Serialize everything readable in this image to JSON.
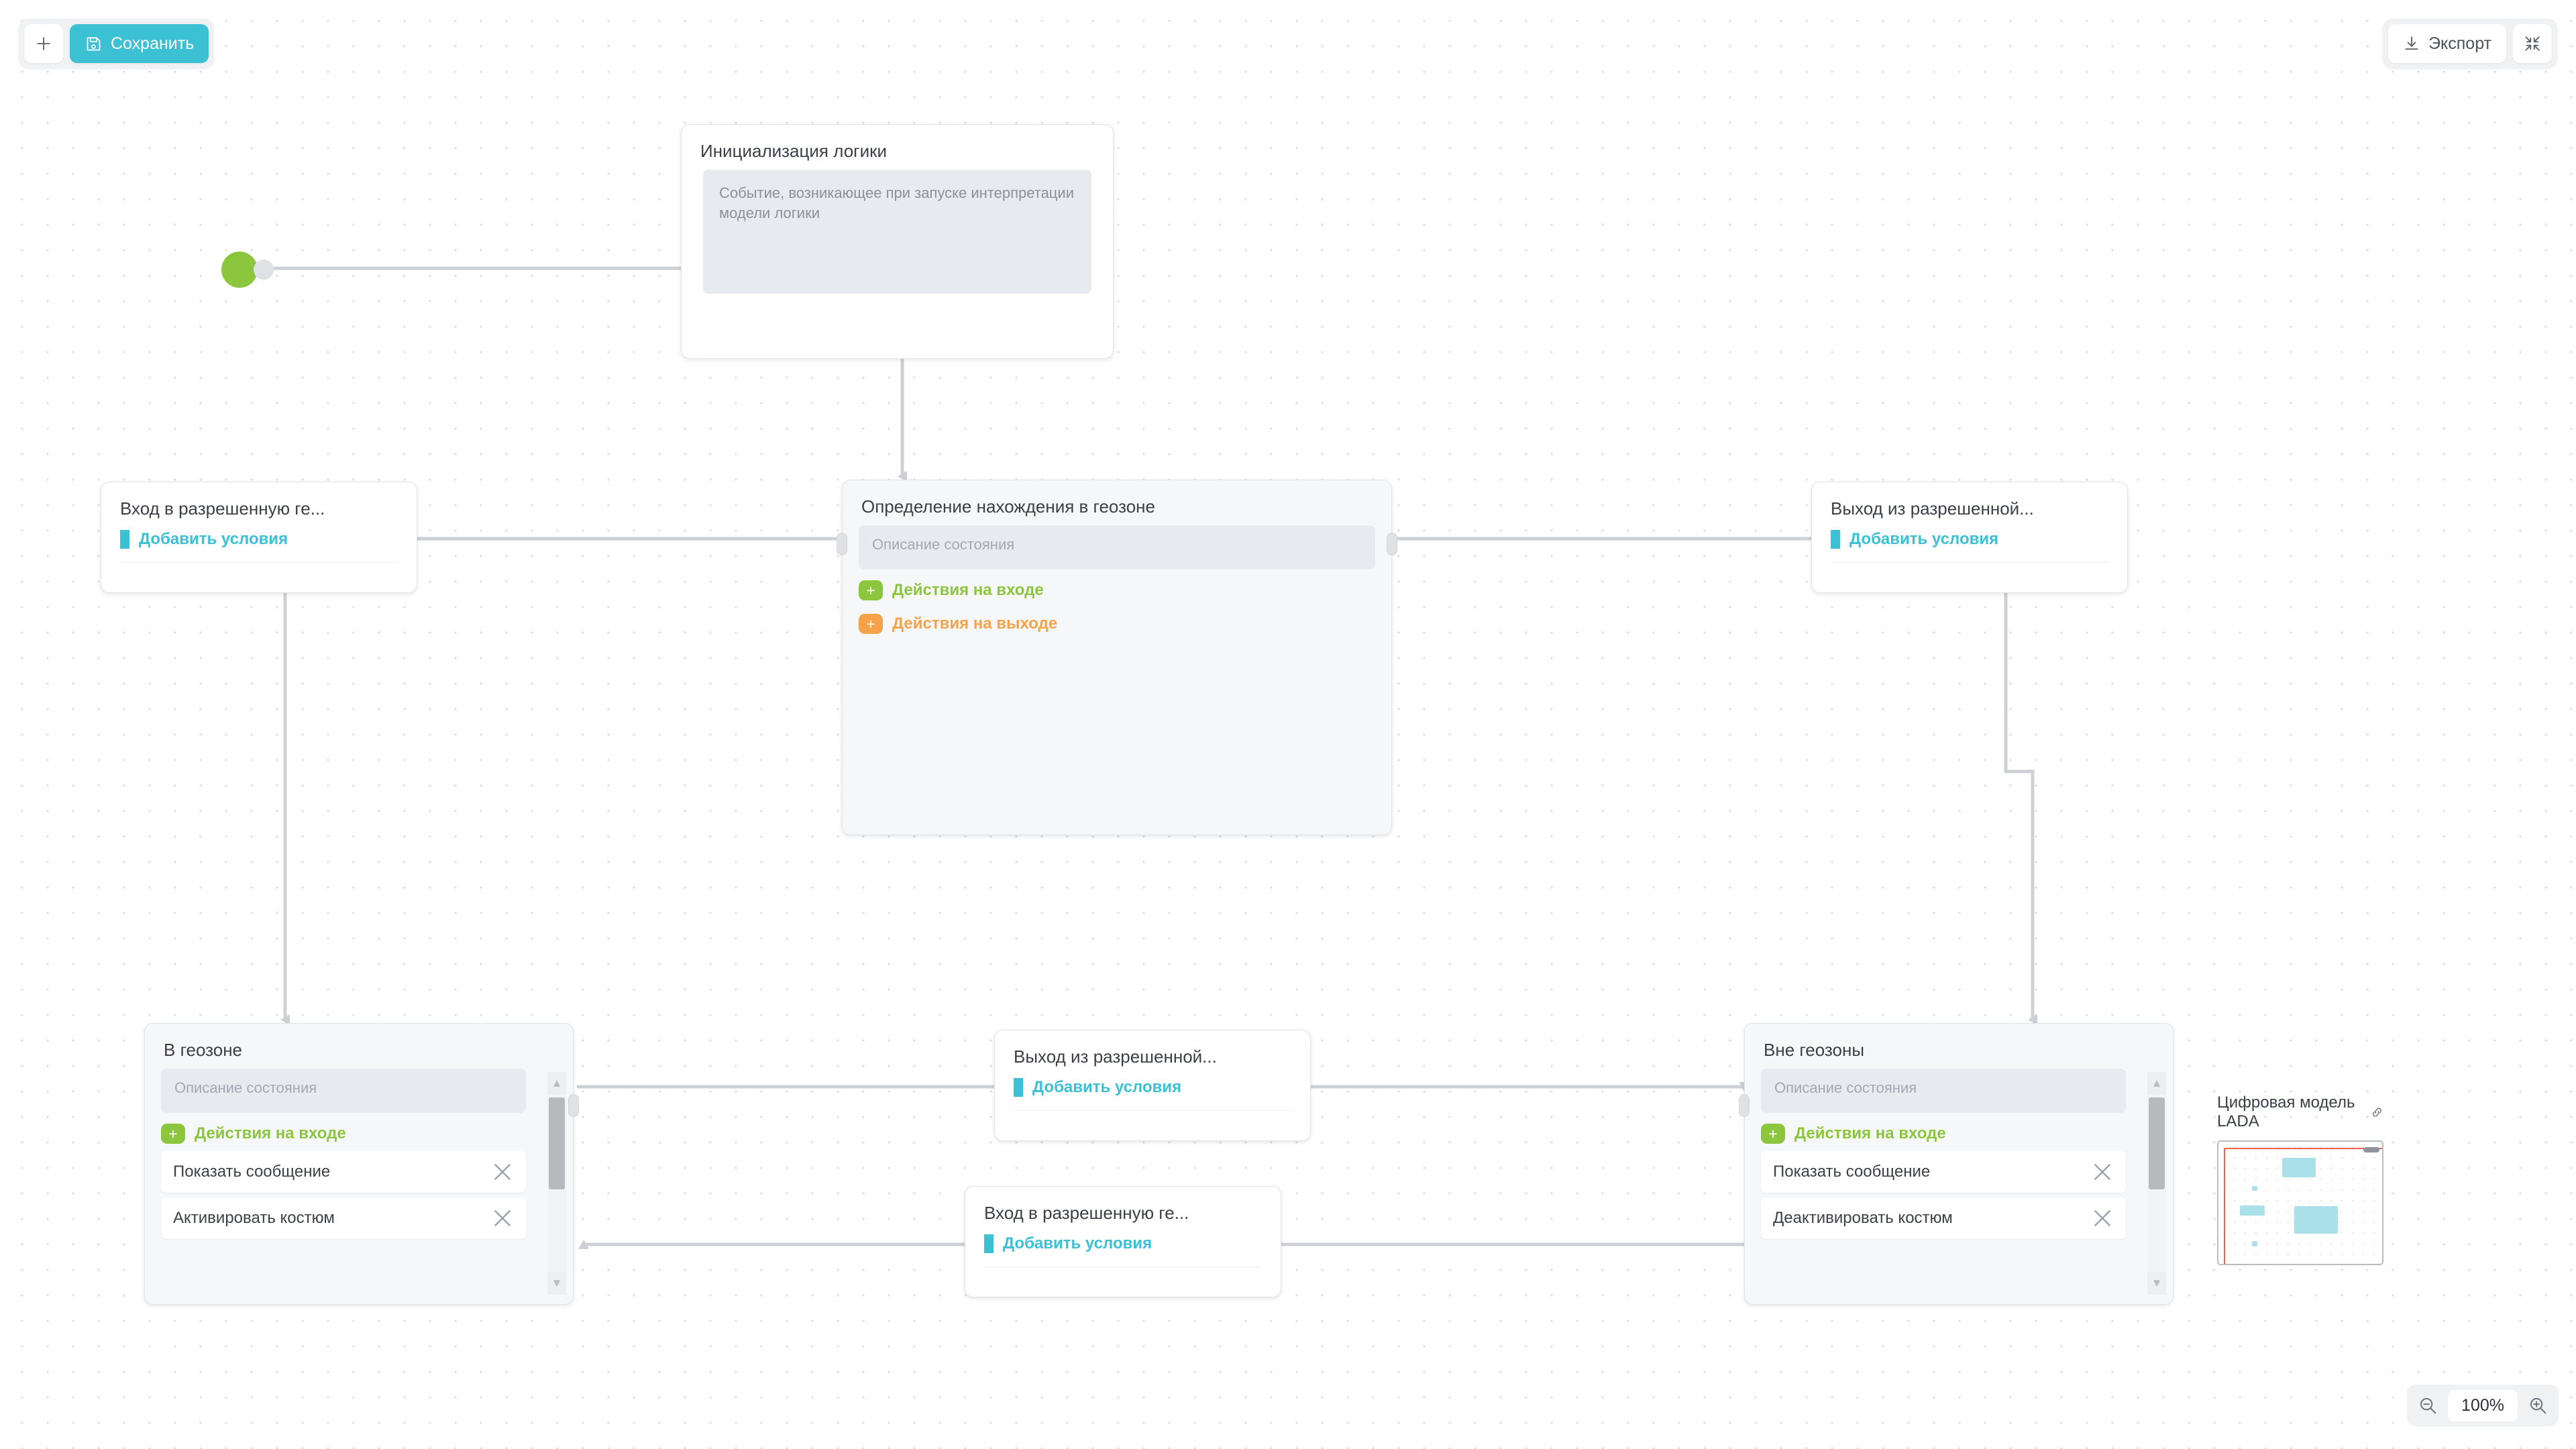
{
  "toolbar": {
    "add_label": "+",
    "add_icon": "plus-icon",
    "save_label": "Сохранить",
    "save_icon": "floppy-disk-icon",
    "export_label": "Экспорт",
    "export_icon": "download-icon",
    "collapse_icon": "collapse-arrows-icon"
  },
  "canvas": {
    "start_node_name": "start-event-node",
    "nodes": [
      {
        "id": "init",
        "kind": "event",
        "title": "Инициализация логики",
        "description": "Событие, возникающее при запуске интерпретации модели логики"
      },
      {
        "id": "geozone",
        "kind": "state",
        "title": "Определение нахождения в геозоне",
        "desc_placeholder": "Описание состояния",
        "enter_label": "Действия на входе",
        "exit_label": "Действия на выходе",
        "actions": []
      },
      {
        "id": "in-zone",
        "kind": "state",
        "title": "В геозоне",
        "desc_placeholder": "Описание состояния",
        "enter_label": "Действия на входе",
        "actions": [
          "Показать сообщение",
          "Активировать костюм"
        ]
      },
      {
        "id": "out-zone",
        "kind": "state",
        "title": "Вне геозоны",
        "desc_placeholder": "Описание состояния",
        "enter_label": "Действия на входе",
        "actions": [
          "Показать сообщение",
          "Деактивировать костюм"
        ]
      }
    ],
    "transitions": [
      {
        "id": "t-enter-left",
        "title": "Вход в разрешенную ге...",
        "cond_label": "Добавить условия"
      },
      {
        "id": "t-exit-right",
        "title": "Выход из разрешенной...",
        "cond_label": "Добавить условия"
      },
      {
        "id": "t-exit-mid",
        "title": "Выход из разрешенной...",
        "cond_label": "Добавить условия"
      },
      {
        "id": "t-enter-mid",
        "title": "Вход в разрешенную ге...",
        "cond_label": "Добавить условия"
      }
    ],
    "action_remove_icon": "close-x-icon",
    "scroll_up_icon": "caret-up-icon",
    "scroll_down_icon": "caret-down-icon"
  },
  "minimap": {
    "label": "Цифровая модель LADA",
    "link_icon": "link-icon"
  },
  "zoom": {
    "out_icon": "zoom-out-icon",
    "in_icon": "zoom-in-icon",
    "level": "100%"
  },
  "colors": {
    "accent": "#3cc0d4",
    "enter_action": "#8cc63e",
    "exit_action": "#f5a24b",
    "viewport_outline": "#e8604f",
    "minimap_node": "#a9e0ea"
  }
}
